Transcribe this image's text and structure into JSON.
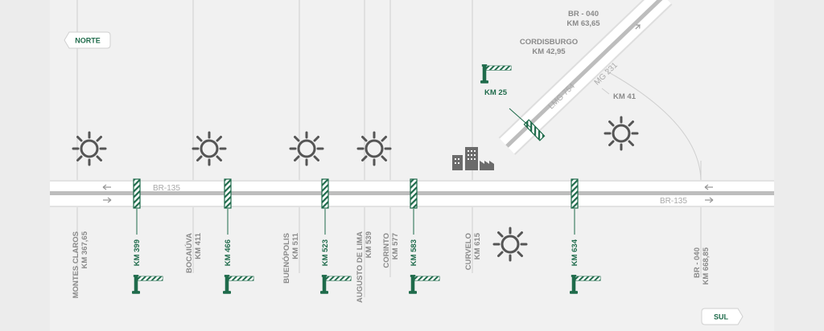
{
  "direction": {
    "north": "NORTE",
    "south": "SUL"
  },
  "colors": {
    "accent": "#1f6b4b",
    "road": "#ffffff",
    "road_stripe": "#bdbdbd",
    "label": "#8a8a8a",
    "icon": "#555555"
  },
  "main_road": {
    "name_left": "BR-135",
    "name_right": "BR-135"
  },
  "branch_road": {
    "name_a": "LMG 754",
    "name_b": "MG 231"
  },
  "cities": [
    {
      "name": "MONTES CLAROS",
      "km": "KM 367,65"
    },
    {
      "name": "BOCAIÚVA",
      "km": "KM 411"
    },
    {
      "name": "BUENÓPOLIS",
      "km": "KM 511"
    },
    {
      "name": "AUGUSTO DE LIMA",
      "km": "KM 539"
    },
    {
      "name": "CORINTO",
      "km": "KM 577"
    },
    {
      "name": "CURVELO",
      "km": "KM 615"
    },
    {
      "name": "BR - 040",
      "km": "KM 668,85"
    }
  ],
  "tolls": [
    {
      "km": "KM 399"
    },
    {
      "km": "KM 466"
    },
    {
      "km": "KM 523"
    },
    {
      "km": "KM 583"
    },
    {
      "km": "KM 634"
    }
  ],
  "branch_toll": {
    "km": "KM 25"
  },
  "branch_labels": {
    "top_name": "BR - 040",
    "top_km": "KM 63,65",
    "mid_name": "CORDISBURGO",
    "mid_km": "KM 42,95",
    "near": "KM 41"
  },
  "icons": {
    "sun": "sun-icon",
    "factory": "factory-icon",
    "toll": "toll-gate-icon"
  }
}
